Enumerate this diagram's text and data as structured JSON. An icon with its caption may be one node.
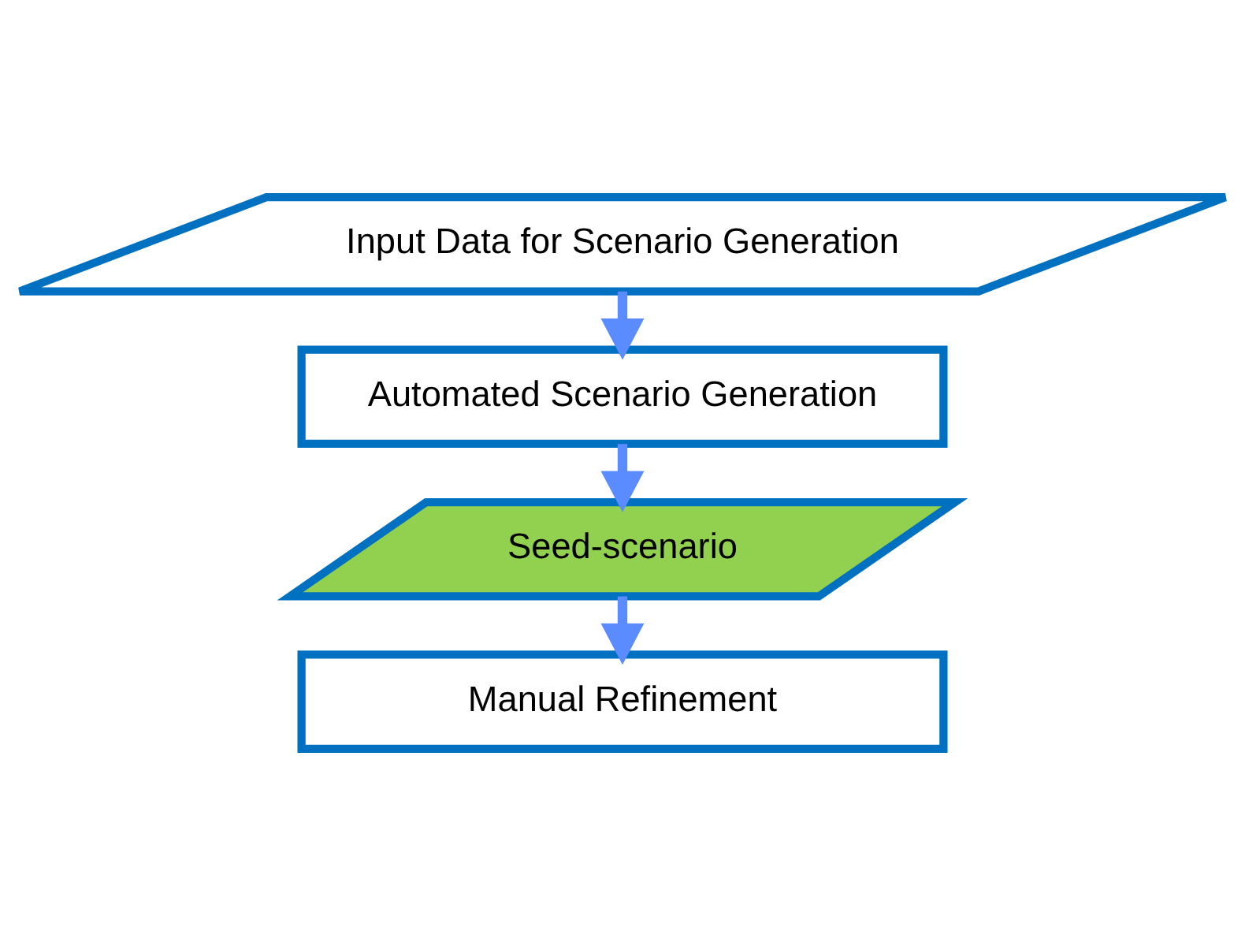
{
  "diagram": {
    "nodes": [
      {
        "text": [
          "Input Data for Scenario Generation"
        ]
      },
      {
        "text": [
          "Automated Scenario Generation"
        ]
      },
      {
        "text": [
          "Seed-scenario"
        ]
      },
      {
        "text": [
          "Manual Refinement"
        ]
      }
    ],
    "edges": [
      {
        "from": 0,
        "to": 1,
        "arrow": "to"
      },
      {
        "from": 1,
        "to": 2,
        "arrow": "to"
      },
      {
        "from": 2,
        "to": 3,
        "arrow": "to"
      }
    ]
  }
}
